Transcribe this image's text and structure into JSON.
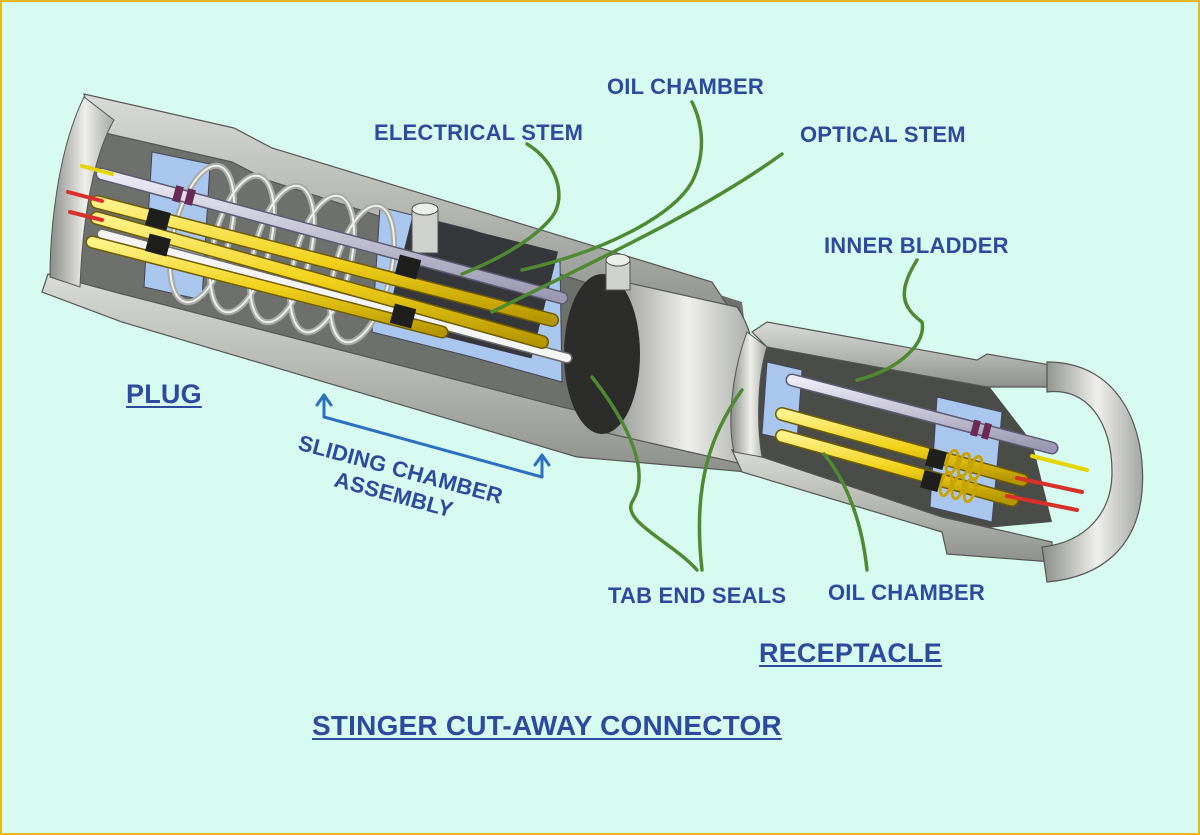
{
  "title": "STINGER CUT-AWAY CONNECTOR",
  "labels": {
    "oil_chamber_top": "OIL CHAMBER",
    "electrical_stem": "ELECTRICAL STEM",
    "optical_stem": "OPTICAL STEM",
    "inner_bladder": "INNER BLADDER",
    "plug": "PLUG",
    "sliding_chamber_line1": "SLIDING CHAMBER",
    "sliding_chamber_line2": "ASSEMBLY",
    "tab_end_seals": "TAB END SEALS",
    "oil_chamber_bottom": "OIL CHAMBER",
    "receptacle": "RECEPTACLE"
  },
  "colors": {
    "background": "#d8fbf1",
    "border": "#e8b820",
    "label_text": "#2d4a9e",
    "leader_line": "#4e8a32",
    "housing": "#b8bbb5",
    "housing_dark": "#5c5e5a",
    "seal_blue": "#a9c6ee",
    "conductor_yellow": "#f2d21a",
    "conductor_red": "#d8302a",
    "stem_lilac": "#c7c3dc"
  }
}
